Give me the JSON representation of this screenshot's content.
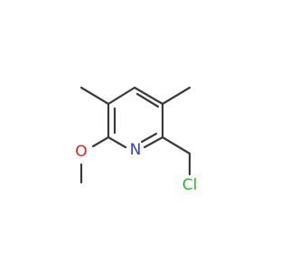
{
  "molecule": {
    "atom_labels": {
      "nitrogen": "N",
      "oxygen": "O",
      "chlorine": "Cl"
    },
    "colors": {
      "bond": "#3a3a3a",
      "nitrogen": "#2f3fd0",
      "oxygen": "#e02020",
      "chlorine": "#2db52d"
    }
  }
}
